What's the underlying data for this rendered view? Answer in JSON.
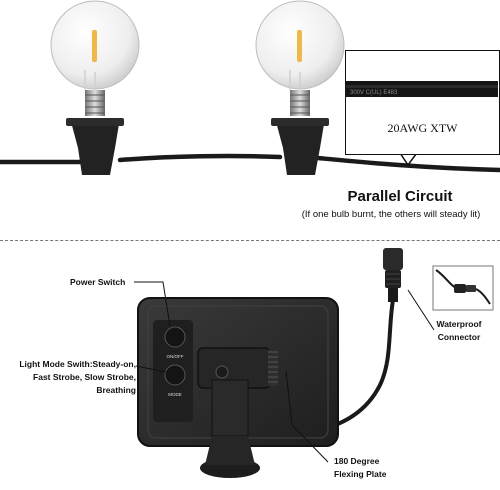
{
  "top_panel": {
    "cable_marking": "20AWG XTW",
    "cable_print": "300V   C(UL)   E483",
    "title": "Parallel Circuit",
    "subtitle": "(If one bulb burnt, the others will steady lit)"
  },
  "bottom_panel": {
    "labels": {
      "power_switch": "Power Switch",
      "light_mode": "Light Mode Swith:Steady-on,\nFast Strobe, Slow Strobe,\nBreathing",
      "waterproof": "Waterproof\nConnector",
      "flex_plate": "180 Degree\nFlexing Plate"
    },
    "panel_buttons": {
      "on_off": "ON/OFF",
      "mode": "MODE"
    }
  },
  "colors": {
    "cable": "#1a1a1a",
    "socket": "#222222",
    "filament": "#f0b84a",
    "bulb_glass": "#f1f1f1",
    "panel": "#2b2b2b"
  }
}
